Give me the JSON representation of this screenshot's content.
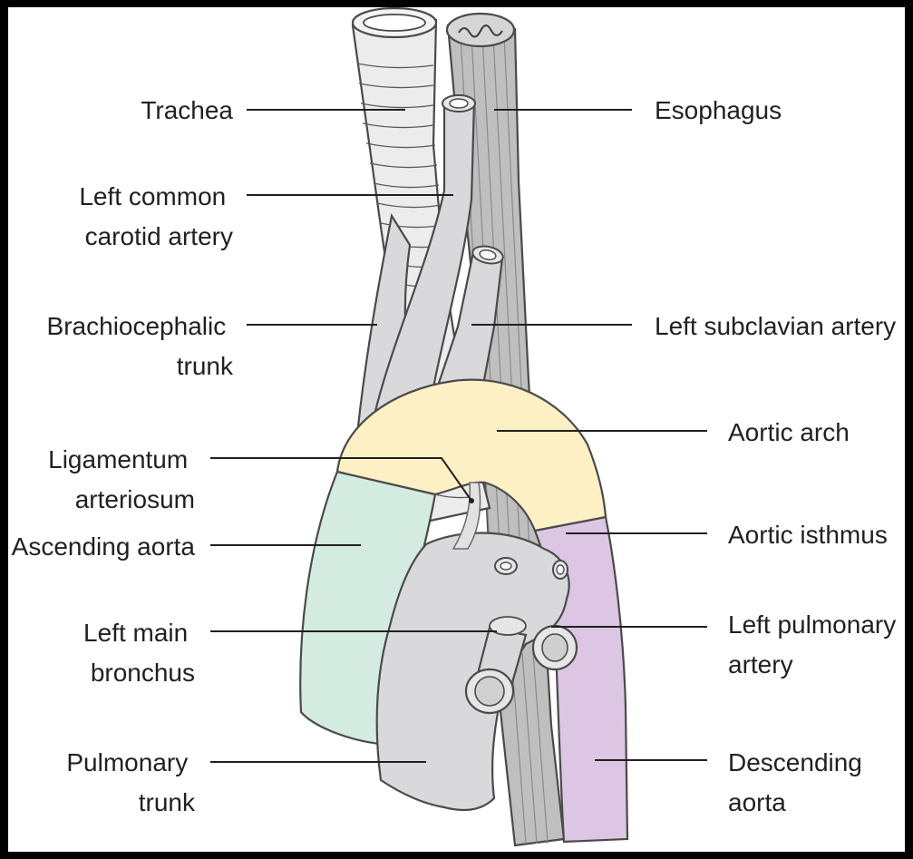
{
  "colors": {
    "background": "#ffffff",
    "frame": "#000000",
    "trachea": "#ececec",
    "esophagus": "#bdbdbd",
    "vessel_grey": "#d9d9db",
    "aortic_arch": "#fcf0c4",
    "ascending_aorta": "#d3ebe1",
    "descending_aorta": "#dcc6e3",
    "line": "#231f20"
  },
  "labels": {
    "trachea": [
      "Trachea"
    ],
    "esophagus": [
      "Esophagus"
    ],
    "left_common_carotid_artery": [
      "Left common",
      "carotid artery"
    ],
    "brachiocephalic_trunk": [
      "Brachiocephalic",
      "trunk"
    ],
    "left_subclavian_artery": [
      "Left subclavian artery"
    ],
    "aortic_arch": [
      "Aortic arch"
    ],
    "ligamentum_arteriosum": [
      "Ligamentum",
      "arteriosum"
    ],
    "ascending_aorta": [
      "Ascending aorta"
    ],
    "aortic_isthmus": [
      "Aortic isthmus"
    ],
    "left_main_bronchus": [
      "Left main",
      "bronchus"
    ],
    "left_pulmonary_artery": [
      "Left pulmonary",
      "artery"
    ],
    "pulmonary_trunk": [
      "Pulmonary",
      "trunk"
    ],
    "descending_aorta": [
      "Descending",
      "aorta"
    ]
  }
}
